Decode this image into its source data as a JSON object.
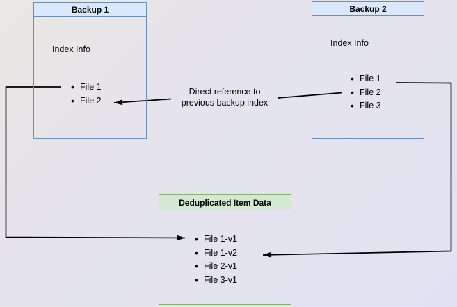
{
  "colors": {
    "blue_header_fill": "#dae8fc",
    "blue_border": "#6c8ebf",
    "green_header_fill": "#d5e8d4",
    "green_border": "#82b366",
    "connector": "#000000",
    "background_top_left": "#eae7e3",
    "background_bottom_right": "#e1e1f1",
    "text": "#000000"
  },
  "boxes": {
    "backup1": {
      "title": "Backup 1",
      "subtitle": "Index Info",
      "items": [
        "File 1",
        "File 2"
      ]
    },
    "backup2": {
      "title": "Backup 2",
      "subtitle": "Index Info",
      "items": [
        "File 1",
        "File 2",
        "File 3"
      ]
    },
    "dedup": {
      "title": "Deduplicated Item Data",
      "items": [
        "File 1-v1",
        "File 1-v2",
        "File 2-v1",
        "File 3-v1"
      ]
    }
  },
  "annotation": {
    "line1": "Direct reference to",
    "line2": "previous backup index"
  },
  "arrows": [
    {
      "from": "Backup 2 / File 2",
      "to": "Backup 1 / File 2",
      "label": "Direct reference to previous backup index"
    },
    {
      "from": "Backup 1 / File 1",
      "to": "Deduplicated Item Data / File 1-v1",
      "label": ""
    },
    {
      "from": "Backup 2 / File 1",
      "to": "Deduplicated Item Data / File 1-v2",
      "label": ""
    }
  ]
}
